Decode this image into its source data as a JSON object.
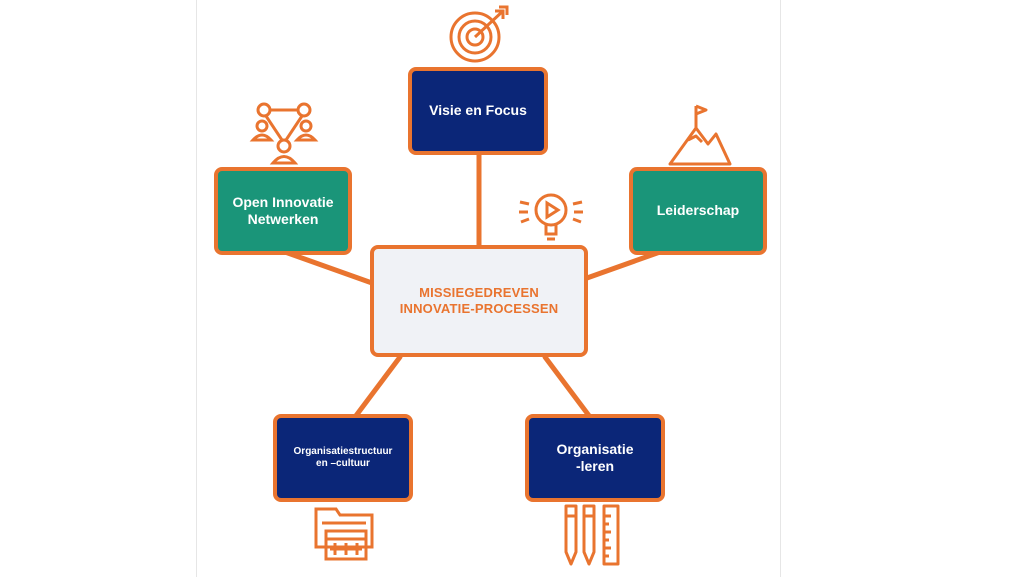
{
  "diagram": {
    "center": {
      "line1": "MISSIEGEDREVEN",
      "line2": "INNOVATIE-PROCESSEN"
    },
    "nodes": {
      "visie": {
        "label": "Visie en Focus"
      },
      "open": {
        "line1": "Open Innovatie",
        "line2": "Netwerken"
      },
      "leiderschap": {
        "label": "Leiderschap"
      },
      "structuur": {
        "line1": "Organisatiestructuur",
        "line2": "en –cultuur"
      },
      "leren": {
        "line1": "Organisatie",
        "line2": "-leren"
      }
    },
    "colors": {
      "accent": "#e9742f",
      "navy": "#0b2678",
      "green": "#1a9579",
      "center_fill": "#f0f2f6"
    },
    "icons": [
      "target-icon",
      "network-people-icon",
      "mountain-flag-icon",
      "lightbulb-icon",
      "folders-calendar-icon",
      "pencils-ruler-icon"
    ]
  }
}
